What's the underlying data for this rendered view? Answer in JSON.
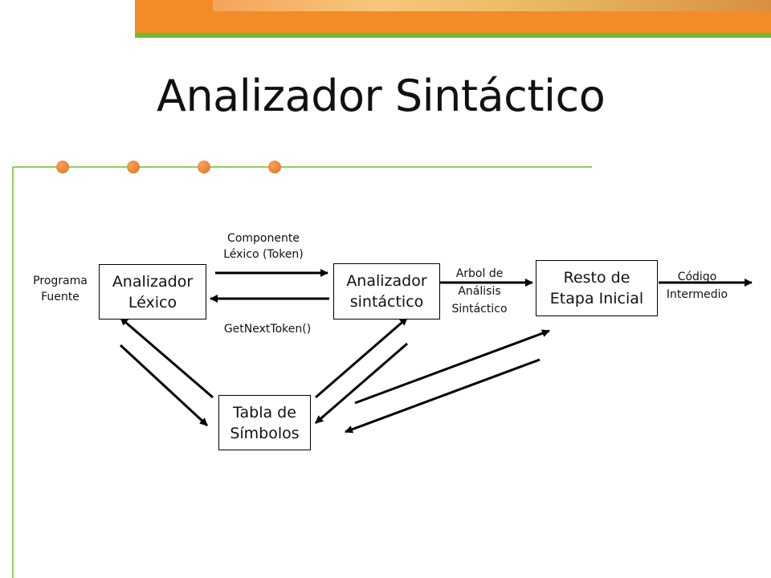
{
  "slide": {
    "title": "Analizador Sintáctico",
    "accent_color": "#6abf2a",
    "banner_color": "#f28c28"
  },
  "diagram": {
    "boxes": {
      "lexico": [
        "Analizador",
        "Léxico"
      ],
      "sintactico": [
        "Analizador",
        "sintáctico"
      ],
      "resto": [
        "Resto de",
        "Etapa Inicial"
      ],
      "tabla": [
        "Tabla de",
        "Símbolos"
      ]
    },
    "labels": {
      "programa": [
        "Programa",
        "Fuente"
      ],
      "componente": [
        "Componente",
        "Léxico (Token)"
      ],
      "getnext": "GetNextToken()",
      "arbol": [
        "Arbol de",
        "Análisis",
        "Sintáctico"
      ],
      "codigo": [
        "Código",
        "Intermedio"
      ]
    }
  }
}
